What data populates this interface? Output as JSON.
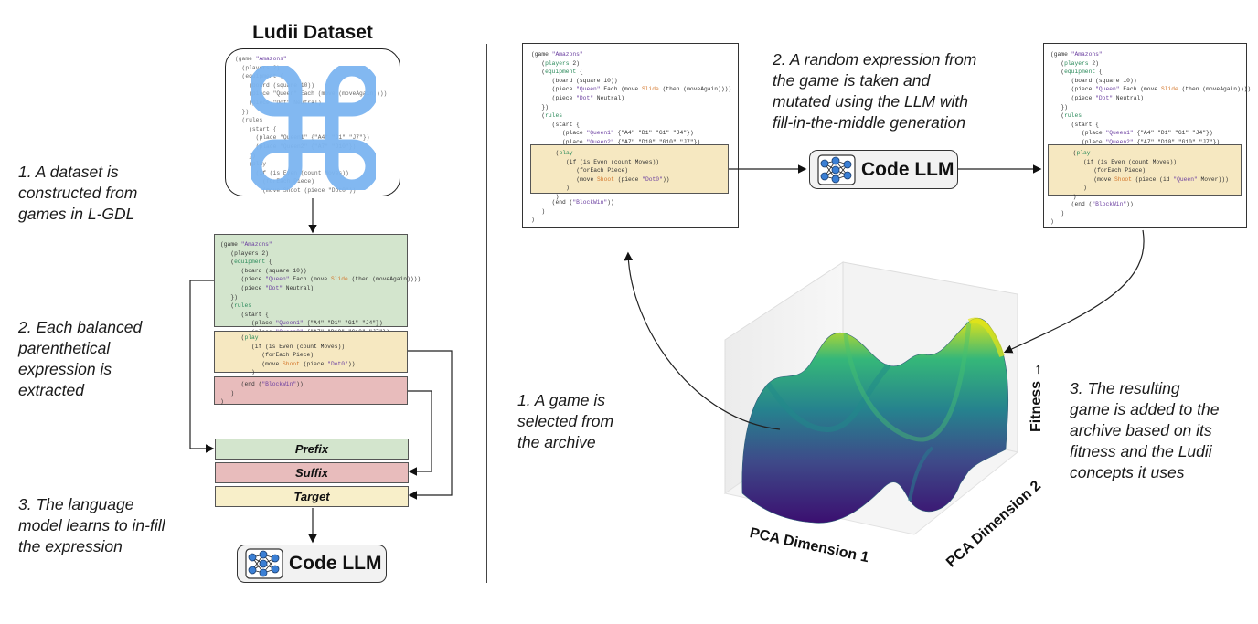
{
  "left_panel": {
    "title": "Ludii Dataset",
    "caption_1": "1. A dataset is\nconstructed from\ngames in L-GDL",
    "caption_2": "2. Each balanced\nparenthetical\nexpression is\nextracted",
    "caption_3": "3. The language\nmodel learns to in-fill\nthe expression",
    "prefix_label": "Prefix",
    "suffix_label": "Suffix",
    "target_label": "Target",
    "llm_label": "Code LLM"
  },
  "right_panel": {
    "caption_mutate": "2. A random expression from\nthe game is taken and\nmutated using the LLM with\nfill-in-the-middle generation",
    "caption_select": "1. A game is\nselected from\nthe archive",
    "caption_result": "3. The resulting\ngame is added to the\narchive based on its\nfitness and the Ludii\nconcepts it uses",
    "llm_label": "Code LLM",
    "axis_x": "PCA Dimension 1",
    "axis_y": "PCA Dimension 2",
    "axis_z": "Fitness →"
  },
  "colors": {
    "prefix_green": "#d3e5cd",
    "target_yellow": "#f8efc9",
    "suffix_pink": "#e8bcbc",
    "highlight_tan": "#f6e8c1",
    "llm_icon_blue": "#3b7fd4",
    "dataset_icon_blue": "#7bb4f0"
  }
}
